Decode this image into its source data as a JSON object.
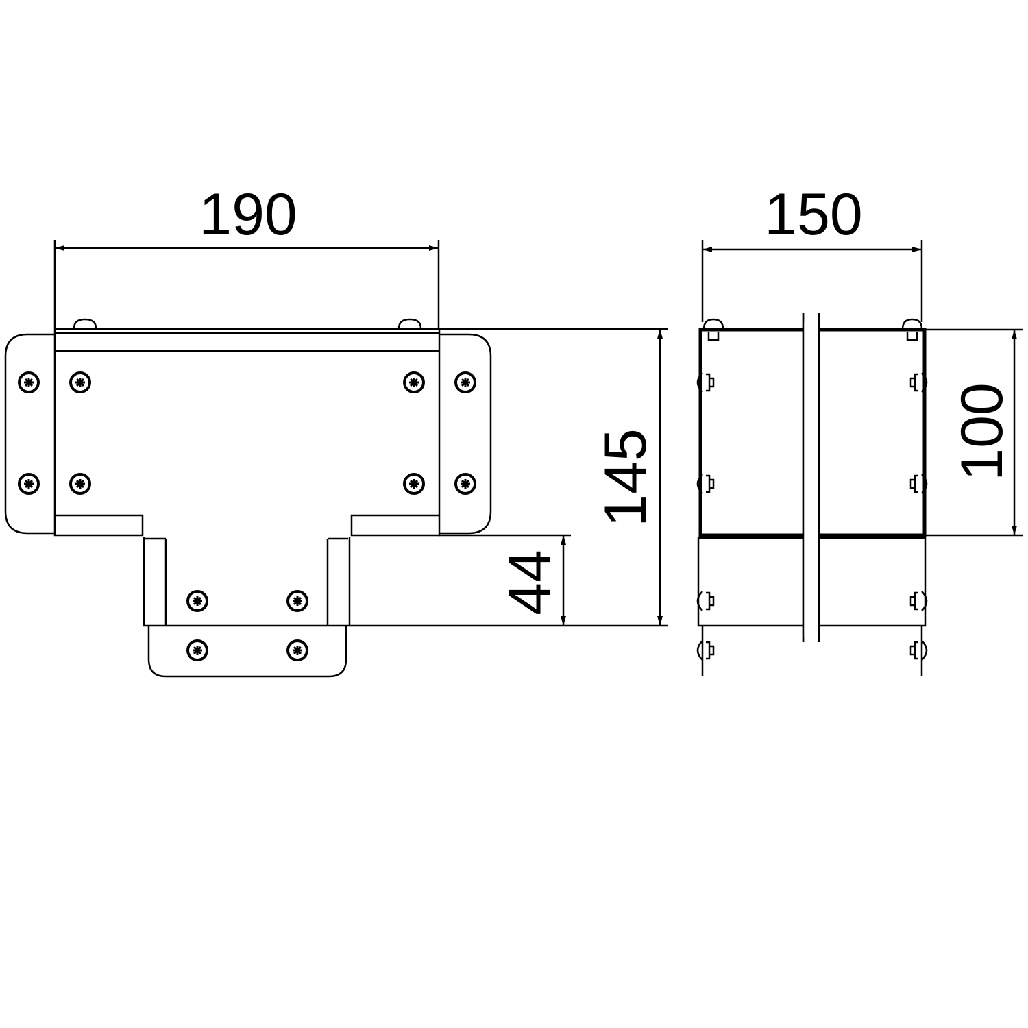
{
  "drawing": {
    "front_view": {
      "width_label": "190",
      "height_label": "145",
      "stem_label": "44"
    },
    "side_view": {
      "width_label": "150",
      "height_label": "100"
    }
  },
  "colors": {
    "line": "#000000",
    "background": "#ffffff"
  }
}
